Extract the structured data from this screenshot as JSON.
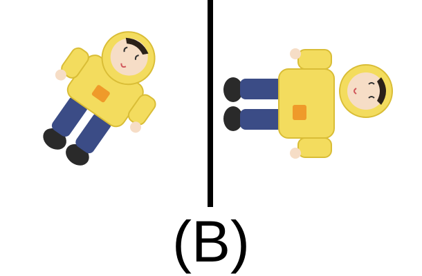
{
  "caption": "(B)",
  "panels": [
    {
      "figure": "toy-figure-yellow-raincoat",
      "view": "rotated-diagonal"
    },
    {
      "figure": "toy-figure-yellow-raincoat",
      "view": "rotated-horizontal"
    }
  ],
  "colors": {
    "raincoat": "#f3dc5e",
    "raincoat_shadow": "#d9bd36",
    "jeans": "#3b4c86",
    "boots": "#2a2a2a",
    "skin": "#f6ddc6",
    "hair": "#2b2119",
    "patch": "#ef9a2a",
    "divider": "#000000",
    "background": "#ffffff"
  }
}
